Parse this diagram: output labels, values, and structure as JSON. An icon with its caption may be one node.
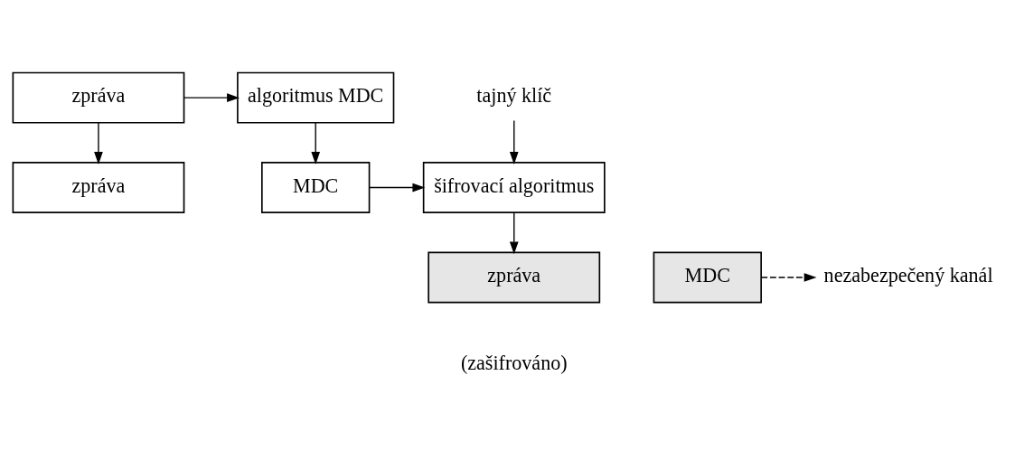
{
  "diagram": {
    "nodes": [
      {
        "text": [
          "zpráva"
        ]
      },
      {
        "text": [
          "algoritmus MDC"
        ]
      },
      {
        "text": [
          "zpráva"
        ]
      },
      {
        "text": [
          "MDC"
        ]
      },
      {
        "text": [
          "šifrovací algoritmus"
        ]
      },
      {
        "text": [
          "tajný klíč"
        ]
      },
      {
        "text": [
          "zpráva"
        ]
      },
      {
        "text": [
          "MDC"
        ]
      },
      {
        "text": [
          "nezabezpečený kanál"
        ]
      }
    ],
    "edges": [
      {
        "from": 0,
        "to": 1,
        "arrow": "to"
      },
      {
        "from": 0,
        "to": 2,
        "arrow": "to"
      },
      {
        "from": 1,
        "to": 3,
        "arrow": "to"
      },
      {
        "from": 5,
        "to": 4,
        "arrow": "to"
      },
      {
        "from": 3,
        "to": 4,
        "arrow": "to"
      },
      {
        "from": 4,
        "to": 6,
        "arrow": "to"
      },
      {
        "from": 7,
        "to": 8,
        "arrow": "to",
        "style": "dashed"
      }
    ],
    "labels": [
      "(zašifrováno)"
    ]
  }
}
